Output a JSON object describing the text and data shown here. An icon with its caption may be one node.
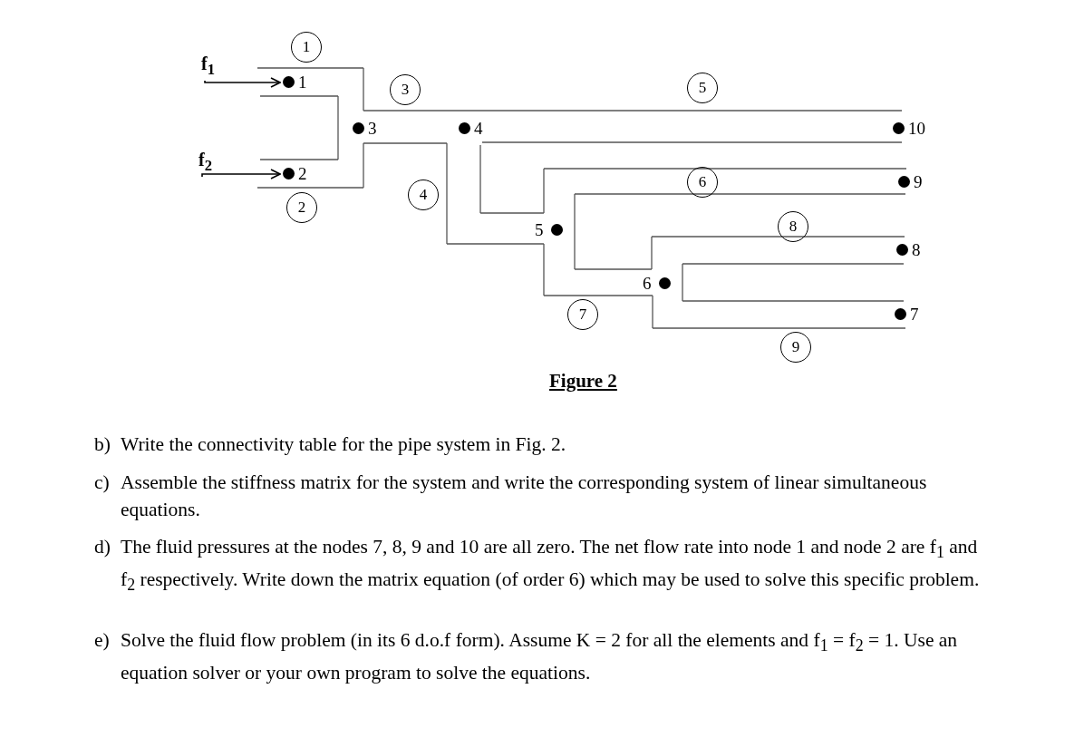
{
  "diagram": {
    "caption": "Figure 2",
    "nodes": [
      {
        "text": [
          "f$_{1}$"
        ]
      },
      {
        "text": [
          "f$_{2}$"
        ]
      },
      {
        "text": [
          "1"
        ]
      },
      {
        "text": [
          "2"
        ]
      },
      {
        "text": [
          "3"
        ]
      },
      {
        "text": [
          "4"
        ]
      },
      {
        "text": [
          "5"
        ]
      },
      {
        "text": [
          "6"
        ]
      },
      {
        "text": [
          "10"
        ]
      },
      {
        "text": [
          "9"
        ]
      },
      {
        "text": [
          "8"
        ]
      },
      {
        "text": [
          "7"
        ]
      },
      {
        "text": [
          "1"
        ]
      },
      {
        "text": [
          "2"
        ]
      },
      {
        "text": [
          "3"
        ]
      },
      {
        "text": [
          "4"
        ]
      },
      {
        "text": [
          "5"
        ]
      },
      {
        "text": [
          "6"
        ]
      },
      {
        "text": [
          "7"
        ]
      },
      {
        "text": [
          "8"
        ]
      },
      {
        "text": [
          "9"
        ]
      }
    ],
    "edges": [
      {
        "from": 0,
        "to": 2,
        "arrow": "to"
      },
      {
        "from": 1,
        "to": 3,
        "arrow": "to"
      }
    ],
    "labels": [
      "b)",
      "Write the connectivity table for the pipe system in Fig. 2.",
      "c)",
      "Assemble the stiffness matrix for the system and write the corresponding system of linear simultaneous equations.",
      "d)",
      "The fluid pressures at the nodes 7, 8, 9 and 10 are all zero. The net flow rate into node 1 and node 2 are f$_{1}$ and f$_{2}$ respectively. Write down the matrix equation (of order 6) which may be used to solve this specific problem.",
      "e)",
      "Solve the fluid flow problem (in its 6 d.o.f form). Assume K = 2 for all the elements and f$_{1}$ = f$_{2}$ = 1. Use an equation solver or your own program to solve the equations."
    ]
  }
}
